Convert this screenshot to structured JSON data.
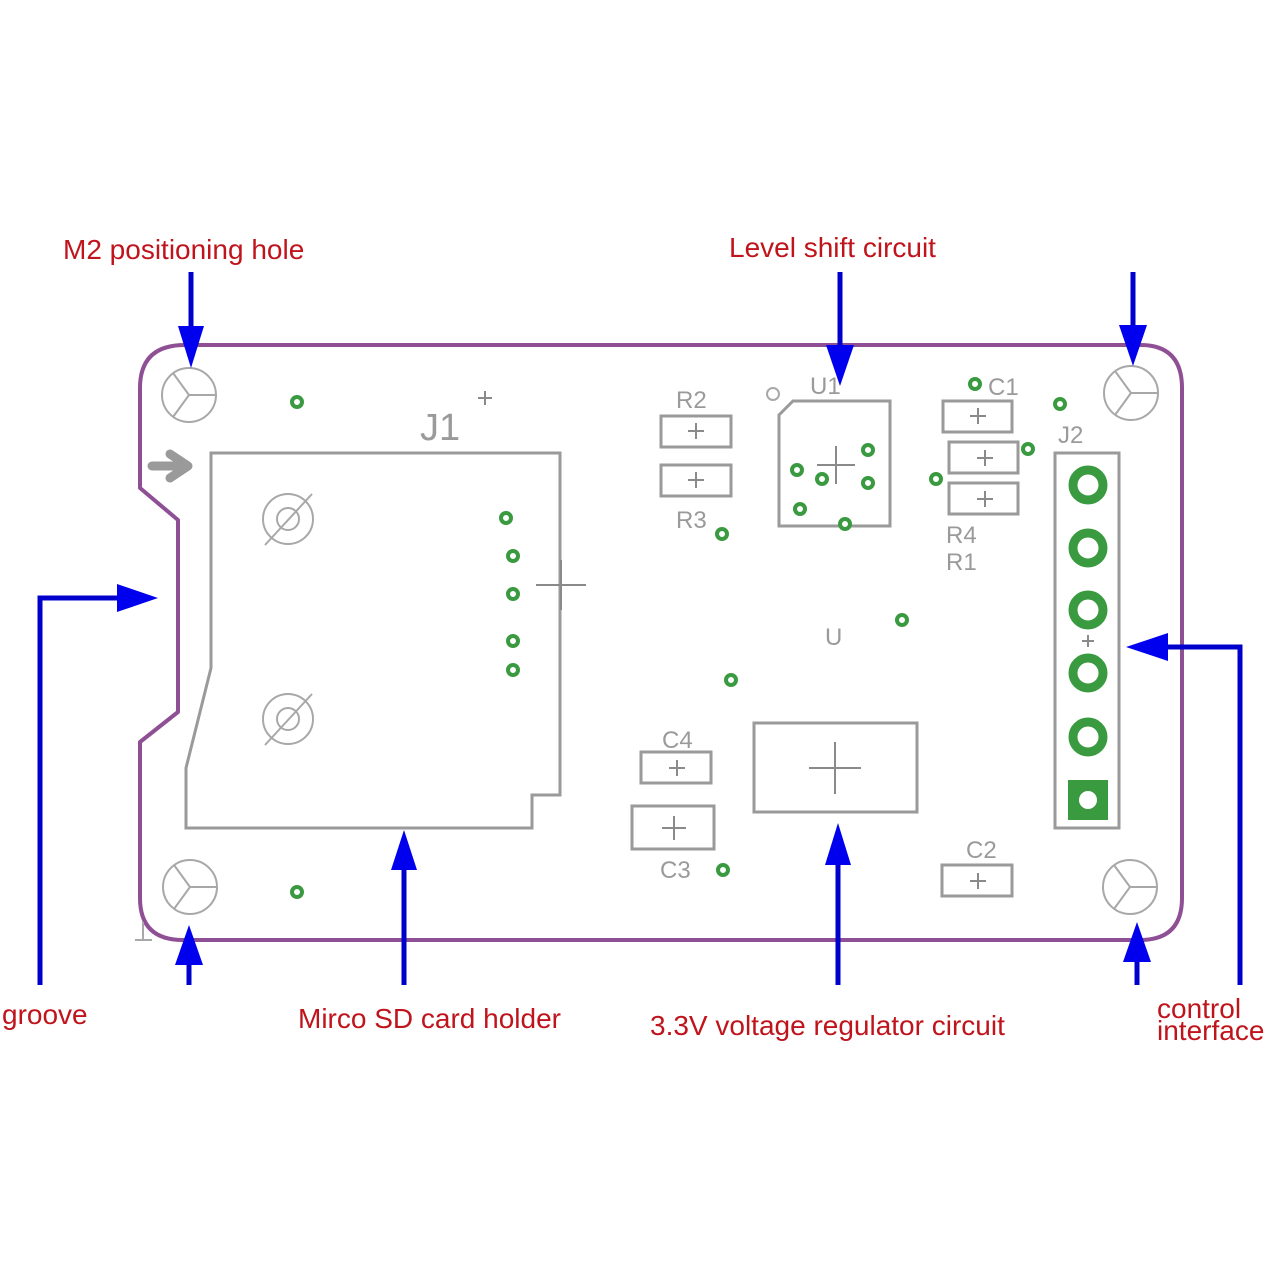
{
  "diagram": {
    "title": "Micro SD card module PCB layout",
    "colors": {
      "label_text": "#c0141c",
      "arrow": "#0000ee",
      "board_outline": "#8e4f94",
      "silkscreen": "#9a9a9a",
      "copper": "#3a9a40"
    },
    "annotations": [
      {
        "id": "m2-hole",
        "text": "M2 positioning hole"
      },
      {
        "id": "level-shift",
        "text": "Level shift circuit"
      },
      {
        "id": "groove",
        "text": "groove"
      },
      {
        "id": "sd-holder",
        "text": "Mirco SD card holder"
      },
      {
        "id": "regulator",
        "text": "3.3V voltage regulator circuit"
      },
      {
        "id": "control",
        "text_line1": "control",
        "text_line2": "interface"
      }
    ],
    "designators": {
      "J1": "J1",
      "J2": "J2",
      "U1": "U1",
      "U": "U",
      "R1": "R1",
      "R2": "R2",
      "R3": "R3",
      "R4": "R4",
      "C1": "C1",
      "C2": "C2",
      "C3": "C3",
      "C4": "C4"
    },
    "connector_J2": {
      "pins": [
        "6",
        "5",
        "4",
        "3",
        "2",
        "1"
      ],
      "square_pin": "1"
    }
  }
}
